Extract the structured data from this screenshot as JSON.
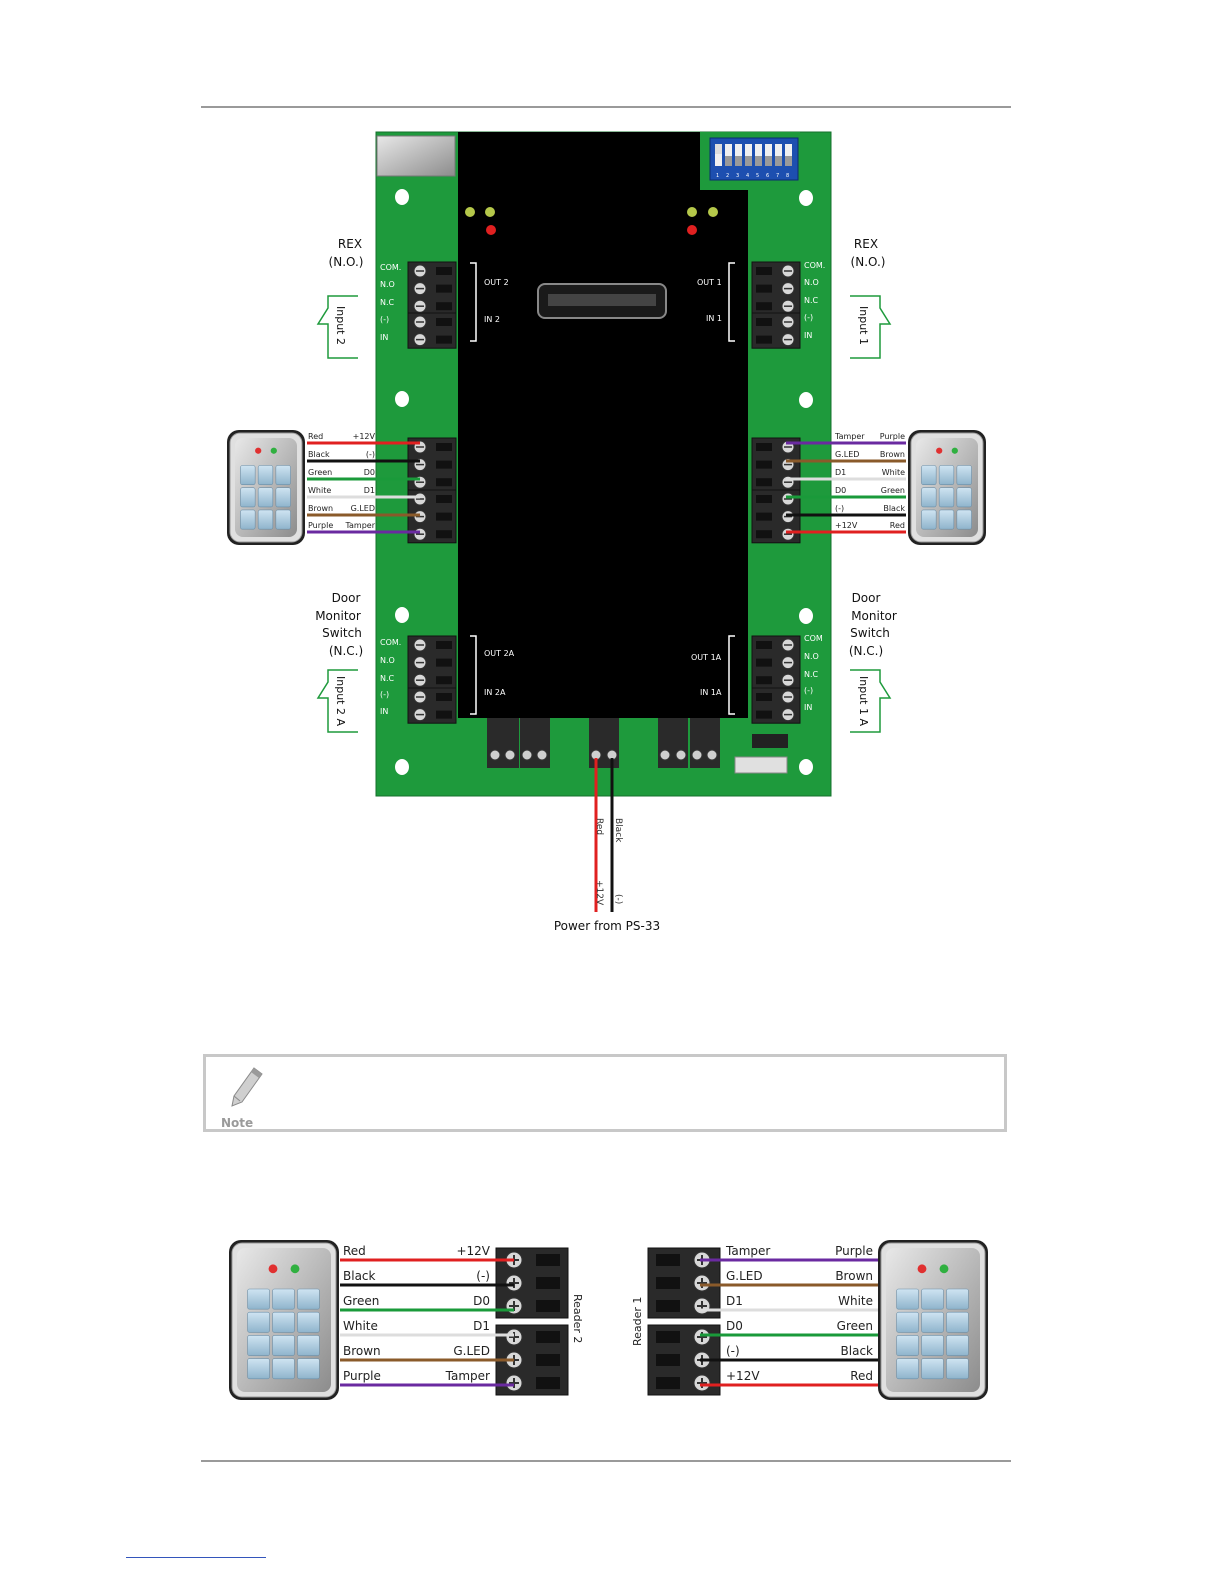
{
  "board": {
    "left": {
      "rex_title": "REX",
      "rex_sub": "(N.O.)",
      "top_terms": [
        "COM.",
        "N.O",
        "N.C",
        "(-)",
        "IN"
      ],
      "out": "OUT 2",
      "in": "IN 2",
      "input": "Input 2",
      "reader_wires": [
        {
          "color_name": "Red",
          "signal": "+12V",
          "hex": "#e02020"
        },
        {
          "color_name": "Black",
          "signal": "(-)",
          "hex": "#111111"
        },
        {
          "color_name": "Green",
          "signal": "D0",
          "hex": "#1a9a3a"
        },
        {
          "color_name": "White",
          "signal": "D1",
          "hex": "#dddddd"
        },
        {
          "color_name": "Brown",
          "signal": "G.LED",
          "hex": "#8a5a2a"
        },
        {
          "color_name": "Purple",
          "signal": "Tamper",
          "hex": "#6a2aa0"
        }
      ],
      "door_l1": "Door",
      "door_l2": "Monitor",
      "door_l3": "Switch",
      "door_l4": "(N.C.)",
      "bot_terms": [
        "COM.",
        "N.O",
        "N.C",
        "(-)",
        "IN"
      ],
      "out_a": "OUT 2A",
      "in_a": "IN 2A",
      "input_a": "Input 2 A"
    },
    "right": {
      "rex_title": "REX",
      "rex_sub": "(N.O.)",
      "top_terms": [
        "COM.",
        "N.O",
        "N.C",
        "(-)",
        "IN"
      ],
      "out": "OUT 1",
      "in": "IN 1",
      "input": "Input 1",
      "reader_wires": [
        {
          "signal": "Tamper",
          "color_name": "Purple",
          "hex": "#6a2aa0"
        },
        {
          "signal": "G.LED",
          "color_name": "Brown",
          "hex": "#8a5a2a"
        },
        {
          "signal": "D1",
          "color_name": "White",
          "hex": "#dddddd"
        },
        {
          "signal": "D0",
          "color_name": "Green",
          "hex": "#1a9a3a"
        },
        {
          "signal": "(-)",
          "color_name": "Black",
          "hex": "#111111"
        },
        {
          "signal": "+12V",
          "color_name": "Red",
          "hex": "#e02020"
        }
      ],
      "door_l1": "Door",
      "door_l2": "Monitor",
      "door_l3": "Switch",
      "door_l4": "(N.C.)",
      "bot_terms": [
        "COM",
        "N.O",
        "N.C",
        "(-)",
        "IN"
      ],
      "out_a": "OUT 1A",
      "in_a": "IN 1A",
      "input_a": "Input 1 A"
    },
    "dip_numbers": [
      "1",
      "2",
      "3",
      "4",
      "5",
      "6",
      "7",
      "8"
    ],
    "power": {
      "wire1_color": "Red",
      "wire2_color": "Black",
      "wire1_signal": "+12V",
      "wire2_signal": "(-)",
      "caption": "Power from PS-33"
    }
  },
  "note": {
    "label": "Note"
  },
  "readers_detail": {
    "reader2": {
      "label": "Reader 2",
      "wires": [
        {
          "color_name": "Red",
          "signal": "+12V",
          "hex": "#e02020"
        },
        {
          "color_name": "Black",
          "signal": "(-)",
          "hex": "#111111"
        },
        {
          "color_name": "Green",
          "signal": "D0",
          "hex": "#1a9a3a"
        },
        {
          "color_name": "White",
          "signal": "D1",
          "hex": "#dddddd"
        },
        {
          "color_name": "Brown",
          "signal": "G.LED",
          "hex": "#8a5a2a"
        },
        {
          "color_name": "Purple",
          "signal": "Tamper",
          "hex": "#6a2aa0"
        }
      ]
    },
    "reader1": {
      "label": "Reader 1",
      "wires": [
        {
          "signal": "Tamper",
          "color_name": "Purple",
          "hex": "#6a2aa0"
        },
        {
          "signal": "G.LED",
          "color_name": "Brown",
          "hex": "#8a5a2a"
        },
        {
          "signal": "D1",
          "color_name": "White",
          "hex": "#dddddd"
        },
        {
          "signal": "D0",
          "color_name": "Green",
          "hex": "#1a9a3a"
        },
        {
          "signal": "(-)",
          "color_name": "Black",
          "hex": "#111111"
        },
        {
          "signal": "+12V",
          "color_name": "Red",
          "hex": "#e02020"
        }
      ]
    }
  },
  "colors": {
    "board_green": "#1e9a3c",
    "board_black": "#000000",
    "rule": "#9a9a9a"
  }
}
